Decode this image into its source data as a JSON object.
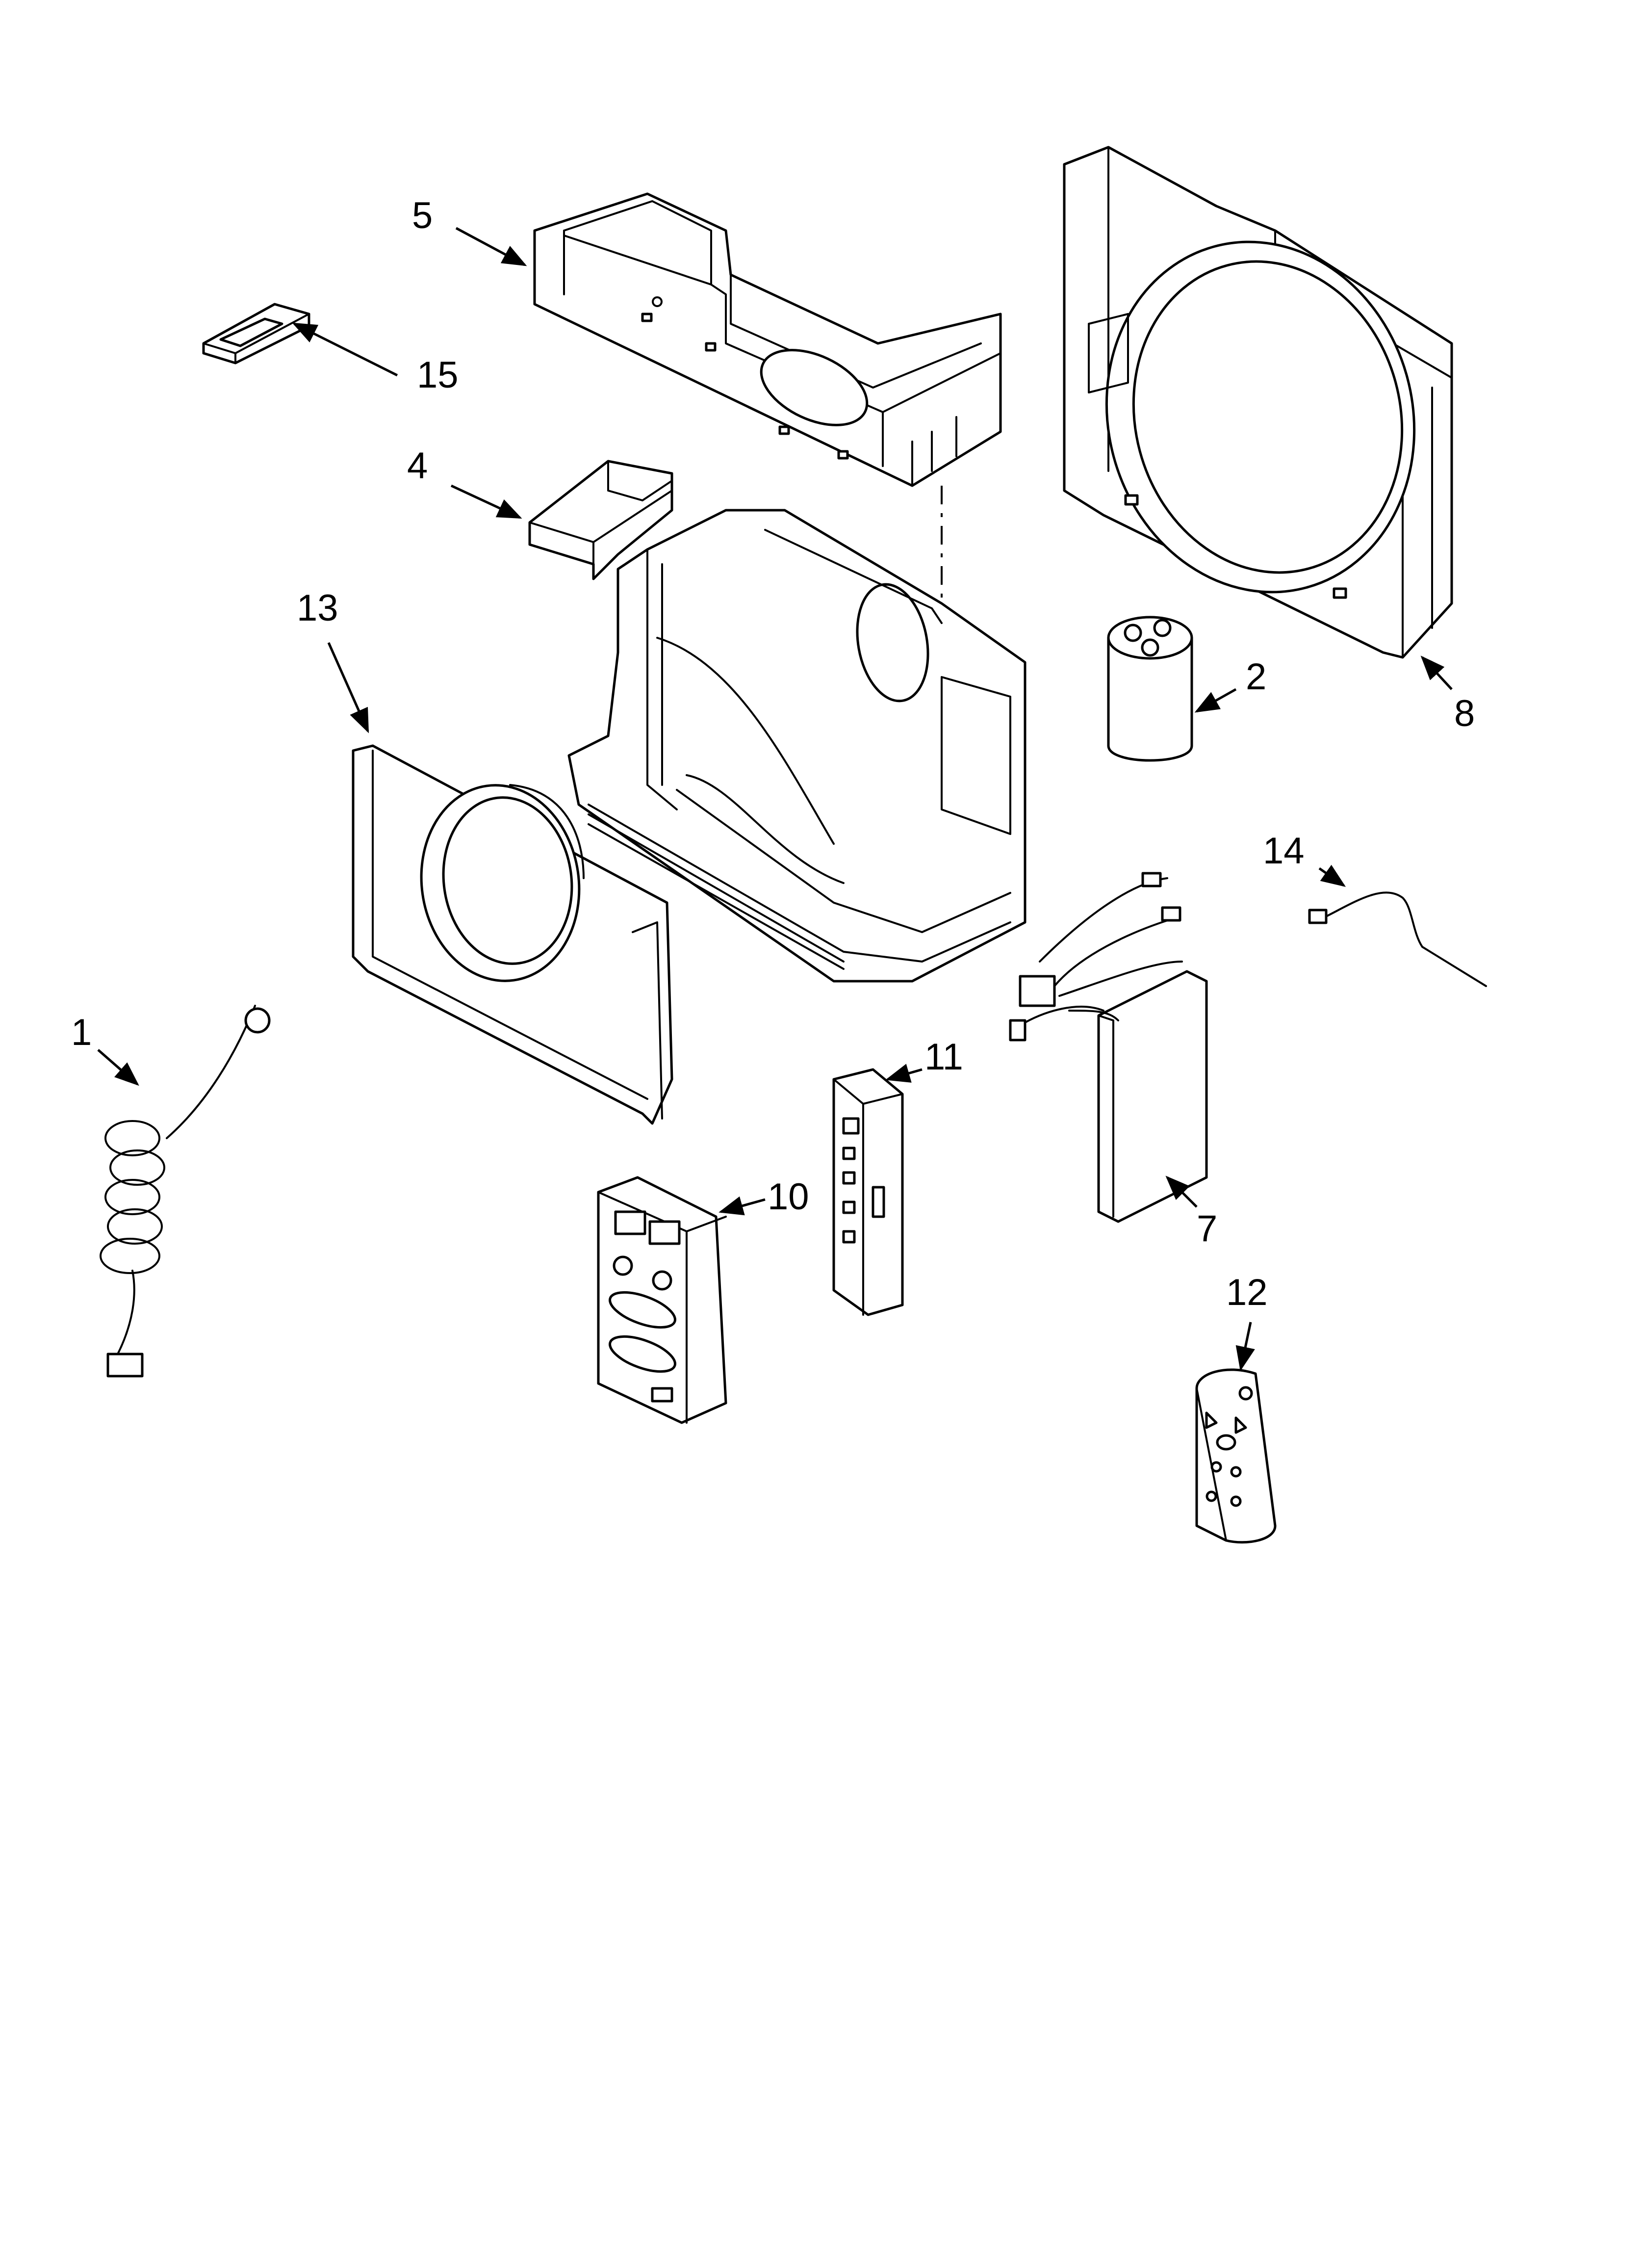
{
  "callouts": {
    "c1": "1",
    "c2": "2",
    "c4": "4",
    "c5": "5",
    "c7": "7",
    "c8": "8",
    "c10": "10",
    "c11": "11",
    "c12": "12",
    "c13": "13",
    "c14": "14",
    "c15": "15"
  }
}
